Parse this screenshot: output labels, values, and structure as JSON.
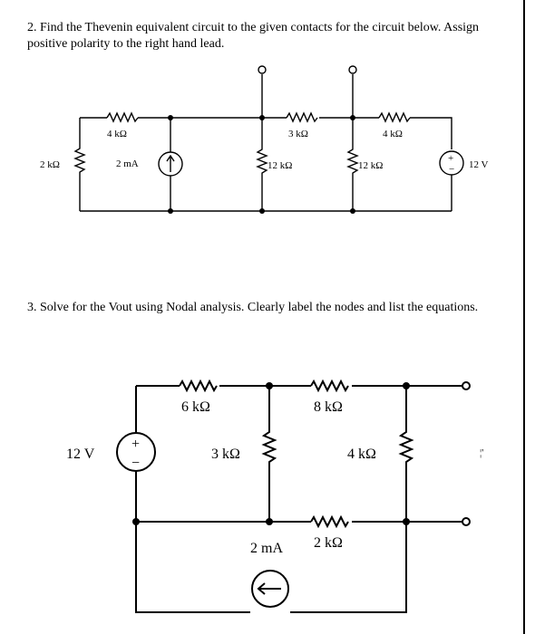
{
  "q2": {
    "text_line1": "2. Find the Thevenin equivalent circuit to the given contacts for the circuit below. Assign",
    "text_line2": "positive polarity to the right hand lead.",
    "labels": {
      "r_left": "2 kΩ",
      "r_top_left": "4 kΩ",
      "isrc": "2 mA",
      "r_top_mid": "3 kΩ",
      "r_mid": "12 kΩ",
      "r_top_right": "4 kΩ",
      "r_right": "12 kΩ",
      "vsrc": "12 V",
      "plus": "+",
      "minus": "−"
    }
  },
  "q3": {
    "text": "3. Solve for the Vout using Nodal analysis. Clearly label the nodes and list the equations.",
    "labels": {
      "vsrc": "12 V",
      "plus": "+",
      "minus": "−",
      "r_top_left": "6 kΩ",
      "r_top_right": "8 kΩ",
      "r_mid": "3 kΩ",
      "r_right": "4 kΩ",
      "r_bottom": "2 kΩ",
      "isrc": "2 mA",
      "vout_mark": "¦'"
    }
  }
}
